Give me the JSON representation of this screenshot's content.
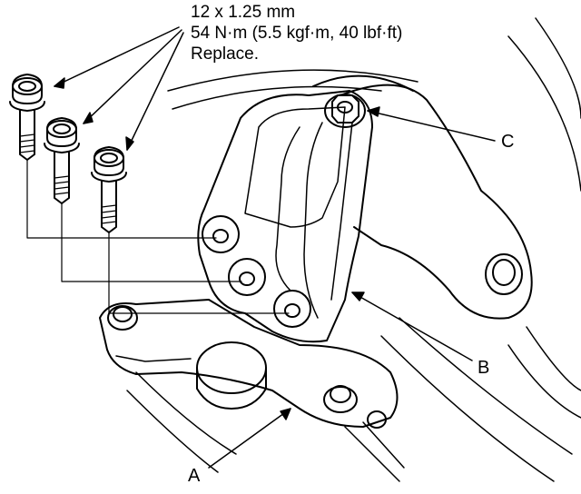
{
  "spec": {
    "line1": "12 x 1.25 mm",
    "line2": "54 N·m (5.5 kgf·m, 40 lbf·ft)",
    "line3": "Replace."
  },
  "callouts": {
    "a": "A",
    "b": "B",
    "c": "C"
  },
  "colors": {
    "line": "#000000",
    "background": "#ffffff"
  }
}
